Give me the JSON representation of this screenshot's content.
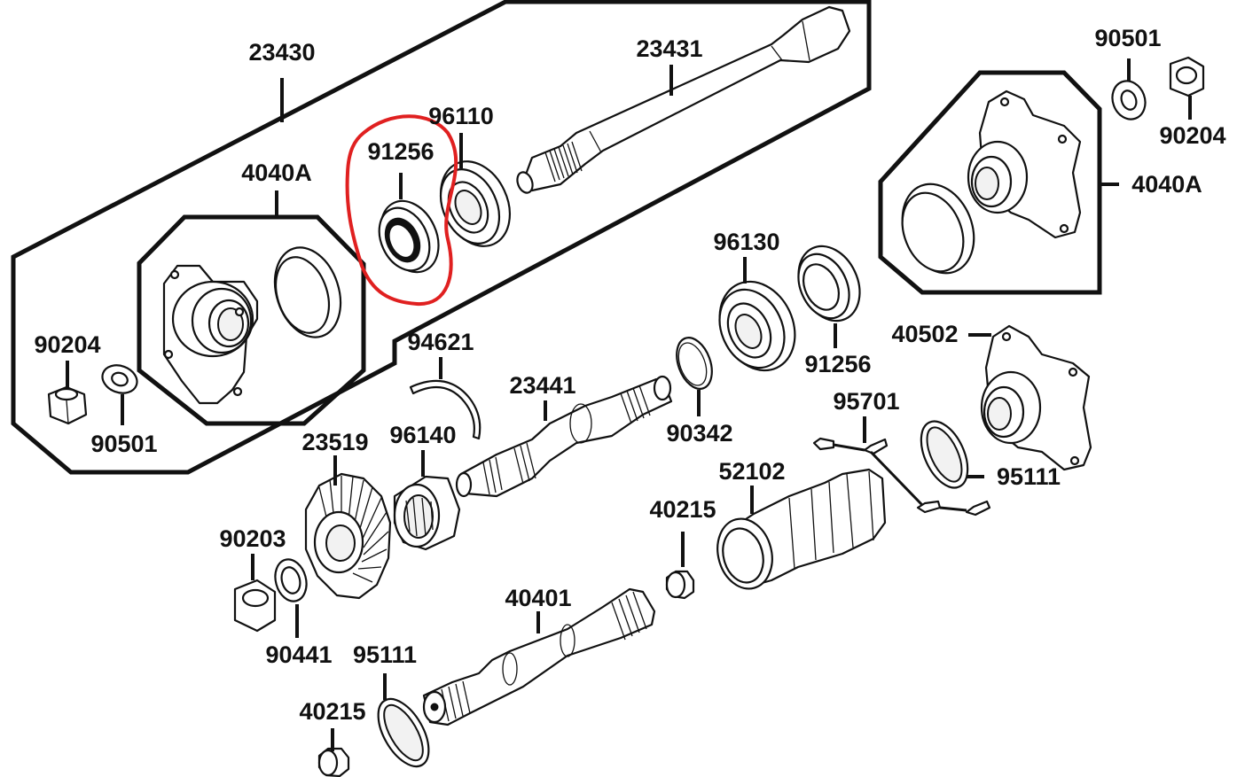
{
  "highlight_color": "#e02020",
  "ink_color": "#111111",
  "labels": {
    "p23430": "23430",
    "p23431": "23431",
    "p96110": "96110",
    "p91256_a": "91256",
    "p4040A_a": "4040A",
    "p90204_a": "90204",
    "p90501_a": "90501",
    "p90501_b": "90501",
    "p90204_b": "90204",
    "p4040A_b": "4040A",
    "p96130": "96130",
    "p91256_b": "91256",
    "p94621": "94621",
    "p23441": "23441",
    "p90342": "90342",
    "p40502": "40502",
    "p95701": "95701",
    "p23519": "23519",
    "p96140": "96140",
    "p95111_a": "95111",
    "p52102": "52102",
    "p90203": "90203",
    "p40215_a": "40215",
    "p40401": "40401",
    "p90441": "90441",
    "p95111_b": "95111",
    "p40215_b": "40215"
  }
}
